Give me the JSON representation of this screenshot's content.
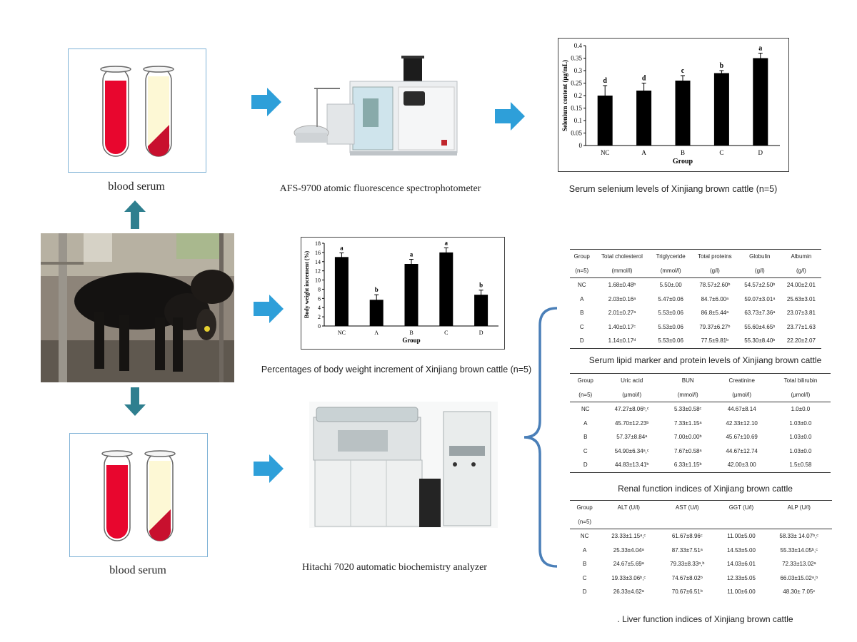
{
  "left_panel": {
    "top_caption": "blood serum",
    "bottom_caption": "blood serum"
  },
  "instruments": {
    "afs_caption": "AFS-9700 atomic fluorescence spectrophotometer",
    "hitachi_caption": "Hitachi 7020 automatic biochemistry analyzer"
  },
  "colors": {
    "arrow_blue": "#2e9fd9",
    "arrow_teal": "#2f7f8f",
    "bracket_blue": "#4a7fb8",
    "blood_red": "#e8062e",
    "serum_yellow": "#fdf8d5"
  },
  "selenium_chart": {
    "caption": "Serum selenium levels of Xinjiang brown cattle (n=5)",
    "chart_data": {
      "type": "bar",
      "categories": [
        "NC",
        "A",
        "B",
        "C",
        "D"
      ],
      "values": [
        0.2,
        0.22,
        0.26,
        0.29,
        0.35
      ],
      "errors": [
        0.04,
        0.03,
        0.02,
        0.01,
        0.02
      ],
      "letters": [
        "d",
        "d",
        "c",
        "b",
        "a"
      ],
      "ylabel": "Selenium content (μg/mL)",
      "xlabel": "Group",
      "ylim": [
        0,
        0.4
      ],
      "yticks": [
        "0",
        "0.05",
        "0.1",
        "0.15",
        "0.2",
        "0.25",
        "0.3",
        "0.35",
        "0.4"
      ],
      "grid": false
    }
  },
  "weight_chart": {
    "caption": "Percentages of body weight increment of Xinjiang brown cattle (n=5)",
    "chart_data": {
      "type": "bar",
      "categories": [
        "NC",
        "A",
        "B",
        "C",
        "D"
      ],
      "values": [
        15.0,
        5.7,
        13.5,
        16.0,
        6.8
      ],
      "errors": [
        0.9,
        1.1,
        1.0,
        1.0,
        1.0
      ],
      "letters": [
        "a",
        "b",
        "a",
        "a",
        "b"
      ],
      "ylabel": "Body weight increment (%)",
      "xlabel": "Group",
      "ylim": [
        0,
        18
      ],
      "yticks": [
        "0",
        "2",
        "4",
        "6",
        "8",
        "10",
        "12",
        "14",
        "16",
        "18"
      ],
      "grid": false
    }
  },
  "tables": [
    {
      "title": "Serum lipid marker and protein levels of Xinjiang brown cattle",
      "headers": [
        "Group",
        "Total cholesterol",
        "Triglyceride",
        "Total proteins",
        "Globulin",
        "Albumin"
      ],
      "units": [
        "(n=5)",
        "(mmol/l)",
        "(mmol/l)",
        "(g/l)",
        "(g/l)",
        "(g/l)"
      ],
      "rows": [
        [
          "NC",
          "1.68±0.48ᵇ",
          "5.50±.00",
          "78.57±2.60ᵇ",
          "54.57±2.50ᵇ",
          "24.00±2.01"
        ],
        [
          "A",
          "2.03±0.16ᵃ",
          "5.47±0.06",
          "84.7±6.00ᵃ",
          "59.07±3.01ᵃ",
          "25.63±3.01"
        ],
        [
          "B",
          "2.01±0.27ᵃ",
          "5.53±0.06",
          "86.8±5.44ᵃ",
          "63.73±7.36ᵃ",
          "23.07±3.81"
        ],
        [
          "C",
          "1.40±0.17ᶜ",
          "5.53±0.06",
          "79.37±6.27ᵇ",
          "55.60±4.65ᵇ",
          "23.77±1.63"
        ],
        [
          "D",
          "1.14±0.17ᵈ",
          "5.53±0.06",
          "77.5±9.81ᵇ",
          "55.30±8.40ᵇ",
          "22.20±2.07"
        ]
      ]
    },
    {
      "title": "Renal function indices of Xinjiang brown cattle",
      "headers": [
        "Group",
        "Uric acid",
        "BUN",
        "Creatinine",
        "Total bilirubin"
      ],
      "units": [
        "(n=5)",
        "(μmol/l)",
        "(mmol/l)",
        "(μmol/l)",
        "(μmol/l)"
      ],
      "rows": [
        [
          "NC",
          "47.27±8.06ᵇ,ᶜ",
          "5.33±0.58ᶜ",
          "44.67±8.14",
          "1.0±0.0"
        ],
        [
          "A",
          "45.70±12.23ᵇ",
          "7.33±1.15ᵃ",
          "42.33±12.10",
          "1.03±0.0"
        ],
        [
          "B",
          "57.37±8.84ᵃ",
          "7.00±0.00ᵇ",
          "45.67±10.69",
          "1.03±0.0"
        ],
        [
          "C",
          "54.90±6.34ᵃ,ᶜ",
          "7.67±0.58ᵃ",
          "44.67±12.74",
          "1.03±0.0"
        ],
        [
          "D",
          "44.83±13.41ᵇ",
          "6.33±1.15ᵇ",
          "42.00±3.00",
          "1.5±0.58"
        ]
      ]
    },
    {
      "title": ". Liver function indices of Xinjiang brown cattle",
      "headers": [
        "Group",
        "ALT (U/l)",
        "AST (U/l)",
        "GGT (U/l)",
        "ALP (U/l)"
      ],
      "units": [
        "(n=5)",
        "",
        "",
        "",
        ""
      ],
      "rows": [
        [
          "NC",
          "23.33±1.15ᵃ,ᶜ",
          "61.67±8.96ᶜ",
          "11.00±5.00",
          "58.33± 14.07ᵇ,ᶜ"
        ],
        [
          "A",
          "25.33±4.04ᵃ",
          "87.33±7.51ᵃ",
          "14.53±5.00",
          "55.33±14.05ᵇ,ᶜ"
        ],
        [
          "B",
          "24.67±5.69ᵃ",
          "79.33±8.33ᵃ,ᵇ",
          "14.03±6.01",
          "72.33±13.02ᵃ"
        ],
        [
          "C",
          "19.33±3.06ᵇ,ᶜ",
          "74.67±8.02ᵇ",
          "12.33±5.05",
          "66.03±15.02ᵃ,ᵇ"
        ],
        [
          "D",
          "26.33±4.62ᵃ",
          "70.67±6.51ᵇ",
          "11.00±6.00",
          "48.30± 7.05ᶜ"
        ]
      ]
    }
  ]
}
